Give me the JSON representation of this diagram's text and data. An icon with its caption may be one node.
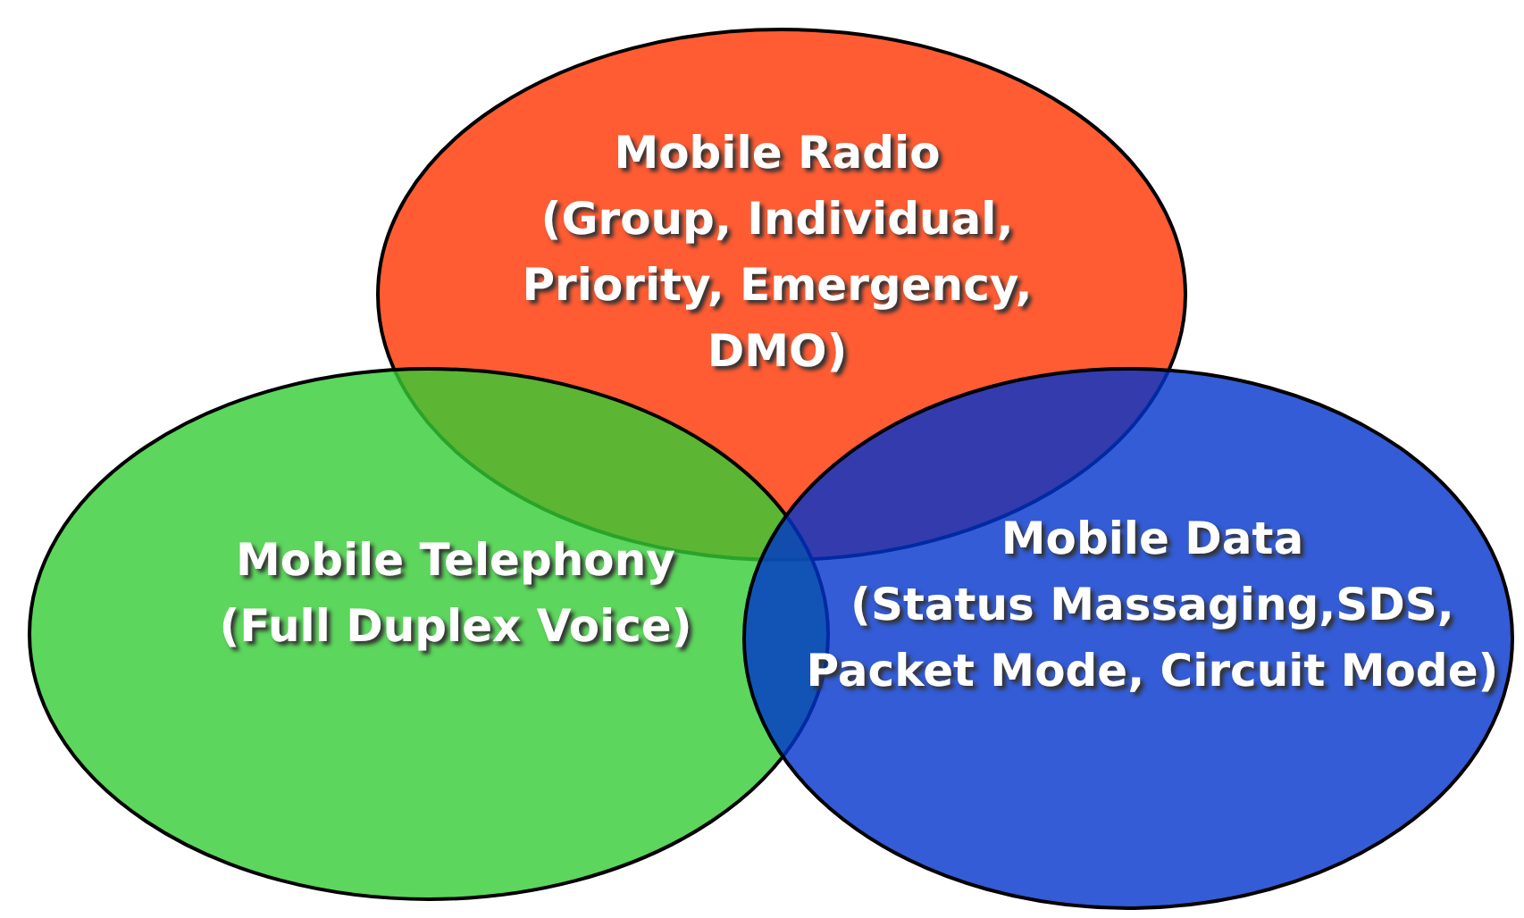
{
  "diagram": {
    "nodes": [
      {
        "text": [
          "Mobile Radio",
          "(Group, Individual, Priority, Emergency, DMO)"
        ]
      },
      {
        "text": [
          "Mobile Telephony",
          "(Full Duplex Voice)"
        ]
      },
      {
        "text": [
          "Mobile Data",
          "(Status Massaging,SDS, Packet Mode, Circuit Mode)"
        ]
      }
    ],
    "edges": []
  }
}
